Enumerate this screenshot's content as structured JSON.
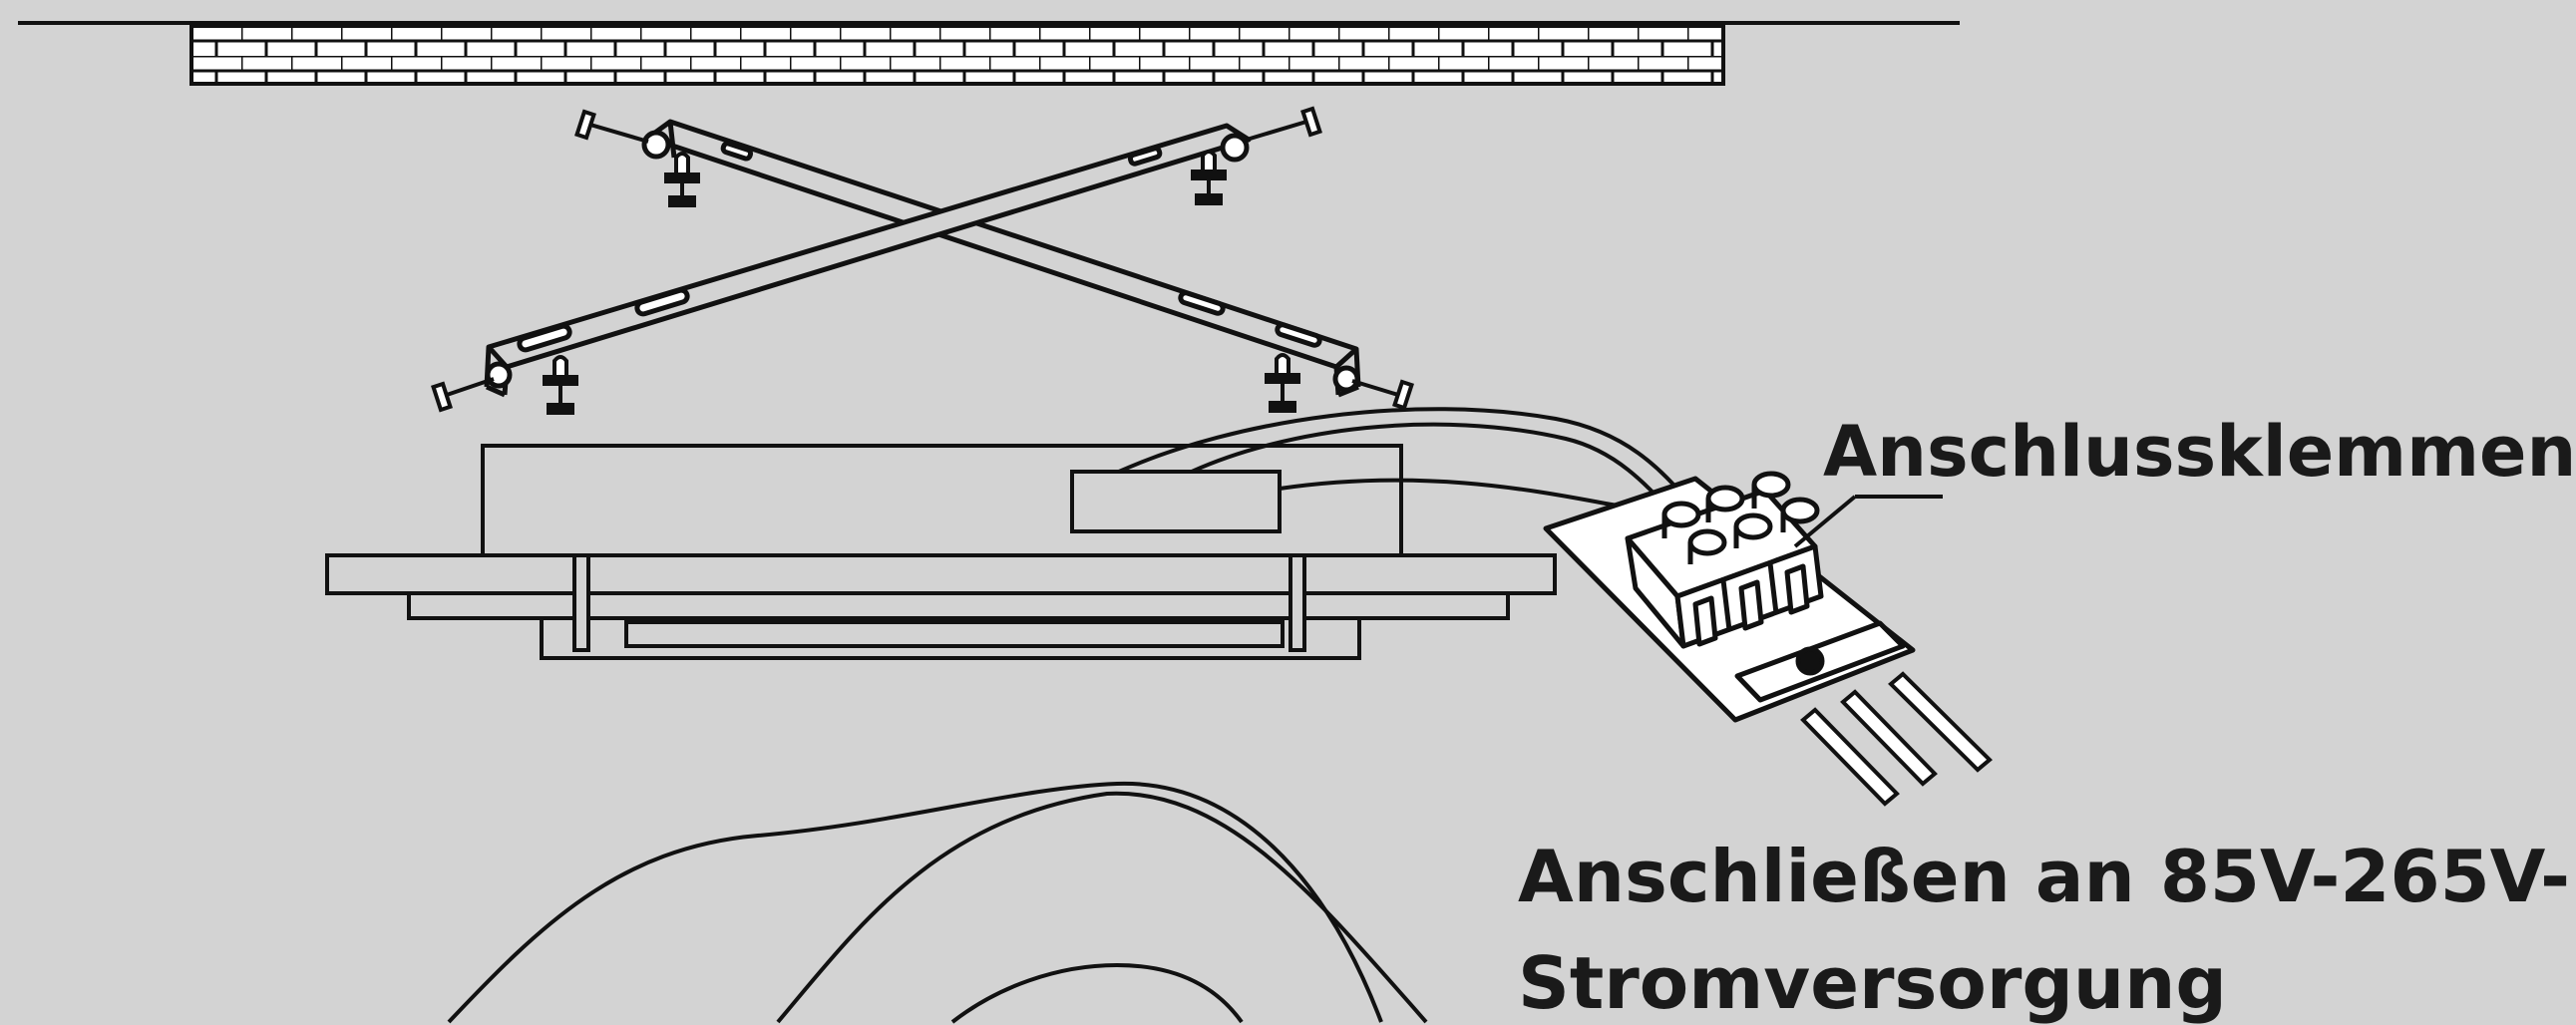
{
  "labels": {
    "terminals": "Anschlussklemmen",
    "connect_line1": "Anschließen an 85V-265V-",
    "connect_line2": "Stromversorgung"
  },
  "colors": {
    "background": "#d3d3d3",
    "line": "#111111",
    "fill_light": "#ffffff",
    "fill_mid": "#d3d3d3"
  },
  "icons": {
    "ceiling": "brick-ceiling-icon",
    "bracket": "cross-mounting-bracket-icon",
    "screw": "screw-icon",
    "anchor": "wall-anchor-icon",
    "lamp": "ceiling-lamp-icon",
    "terminal": "terminal-block-icon",
    "wire": "wire-icon"
  }
}
